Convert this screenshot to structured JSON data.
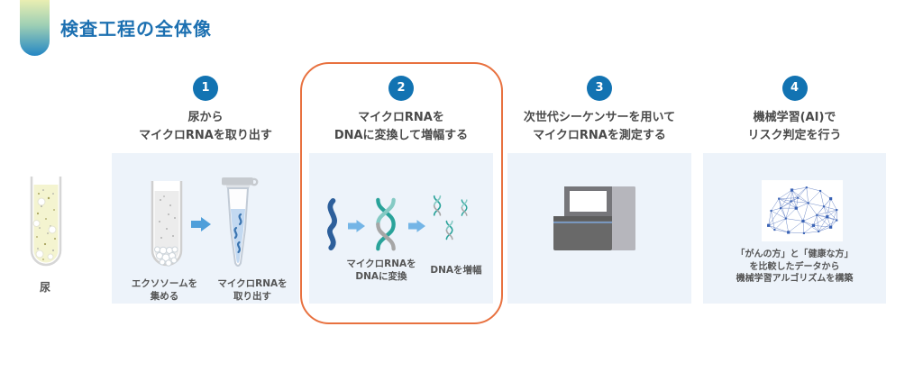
{
  "header": {
    "title": "検査工程の全体像"
  },
  "colors": {
    "accent_blue": "#1c70b1",
    "badge_blue": "#1273b2",
    "highlight_orange": "#e8713f",
    "panel_background": "#edf3fa"
  },
  "source_sample": {
    "label": "尿"
  },
  "steps": [
    {
      "number": "1",
      "title_lines": [
        "尿から",
        "マイクロRNAを取り出す"
      ],
      "captions": [
        {
          "lines": [
            "エクソソームを",
            "集める"
          ]
        },
        {
          "lines": [
            "マイクロRNAを",
            "取り出す"
          ]
        }
      ]
    },
    {
      "number": "2",
      "highlighted": true,
      "title_lines": [
        "マイクロRNAを",
        "DNAに変換して増幅する"
      ],
      "captions": [
        {
          "lines": [
            "マイクロRNAを",
            "DNAに変換"
          ]
        },
        {
          "lines": [
            "DNAを増幅"
          ]
        }
      ]
    },
    {
      "number": "3",
      "title_lines": [
        "次世代シーケンサーを用いて",
        "マイクロRNAを測定する"
      ],
      "captions": []
    },
    {
      "number": "4",
      "title_lines": [
        "機械学習(AI)で",
        "リスク判定を行う"
      ],
      "captions": [
        {
          "lines": [
            "「がんの方」と「健康な方」",
            "を比較したデータから",
            "機械学習アルゴリズムを構築"
          ]
        }
      ]
    }
  ]
}
